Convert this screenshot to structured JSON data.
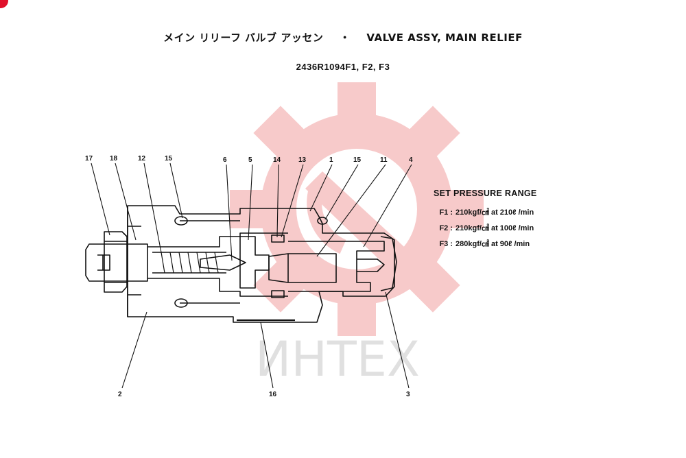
{
  "title": {
    "jp": "メイン リリーフ バルブ アッセン",
    "separator": "・",
    "en": "VALVE ASSY, MAIN RELIEF"
  },
  "part_number": "2436R1094F1, F2, F3",
  "set_pressure": {
    "heading": "SET PRESSURE RANGE",
    "rows": [
      {
        "code": "F1 :",
        "value": "210kgf/㎠ at 210ℓ /min"
      },
      {
        "code": "F2 :",
        "value": "210kgf/㎠ at 100ℓ /min"
      },
      {
        "code": "F3 :",
        "value": "280kgf/㎠ at 90ℓ /min"
      }
    ]
  },
  "callouts": {
    "c17": "17",
    "c18": "18",
    "c12": "12",
    "c15a": "15",
    "c6": "6",
    "c5": "5",
    "c14": "14",
    "c13": "13",
    "c1": "1",
    "c15b": "15",
    "c11": "11",
    "c4": "4",
    "c2": "2",
    "c16": "16",
    "c3": "3"
  },
  "watermark": "ИНТЕХ",
  "colors": {
    "watermark_red": "#f2a0a0",
    "ink": "#111111"
  }
}
